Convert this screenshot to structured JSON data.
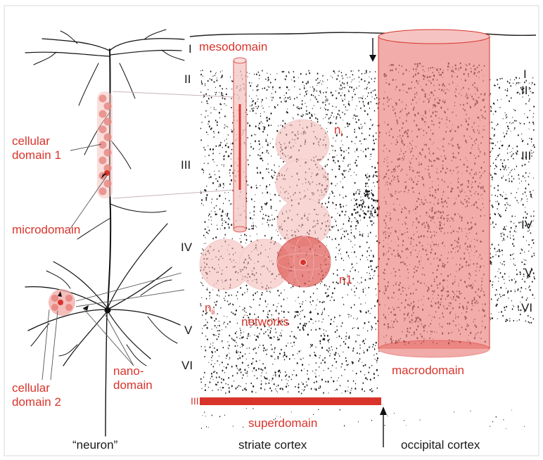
{
  "labels": {
    "mesodomain": "mesodomain",
    "cellular_domain_1": [
      "cellular",
      "domain 1"
    ],
    "microdomain": "microdomain",
    "cellular_domain_2": [
      "cellular",
      "domain 2"
    ],
    "nanodomain": [
      "nano-",
      "domain"
    ],
    "networks": "networks",
    "n1": "n1",
    "n_i": "n",
    "n_i_sub": "i",
    "n_ii": "n",
    "n_ii_sub": "ii",
    "macrodomain": "macrodomain",
    "superdomain": "superdomain",
    "superdomain_marker": "III"
  },
  "captions": {
    "neuron": "“neuron”",
    "striate": "striate cortex",
    "occipital": "occipital cortex"
  },
  "layers_striate": [
    "I",
    "II",
    "III",
    "IV",
    "V",
    "VI"
  ],
  "layers_occipital": [
    "I",
    "II",
    "III",
    "IV",
    "V",
    "VI"
  ],
  "colors": {
    "accent": "#d9342b",
    "domain_fill": "#f0a8a4",
    "text": "#1a1a1a"
  }
}
